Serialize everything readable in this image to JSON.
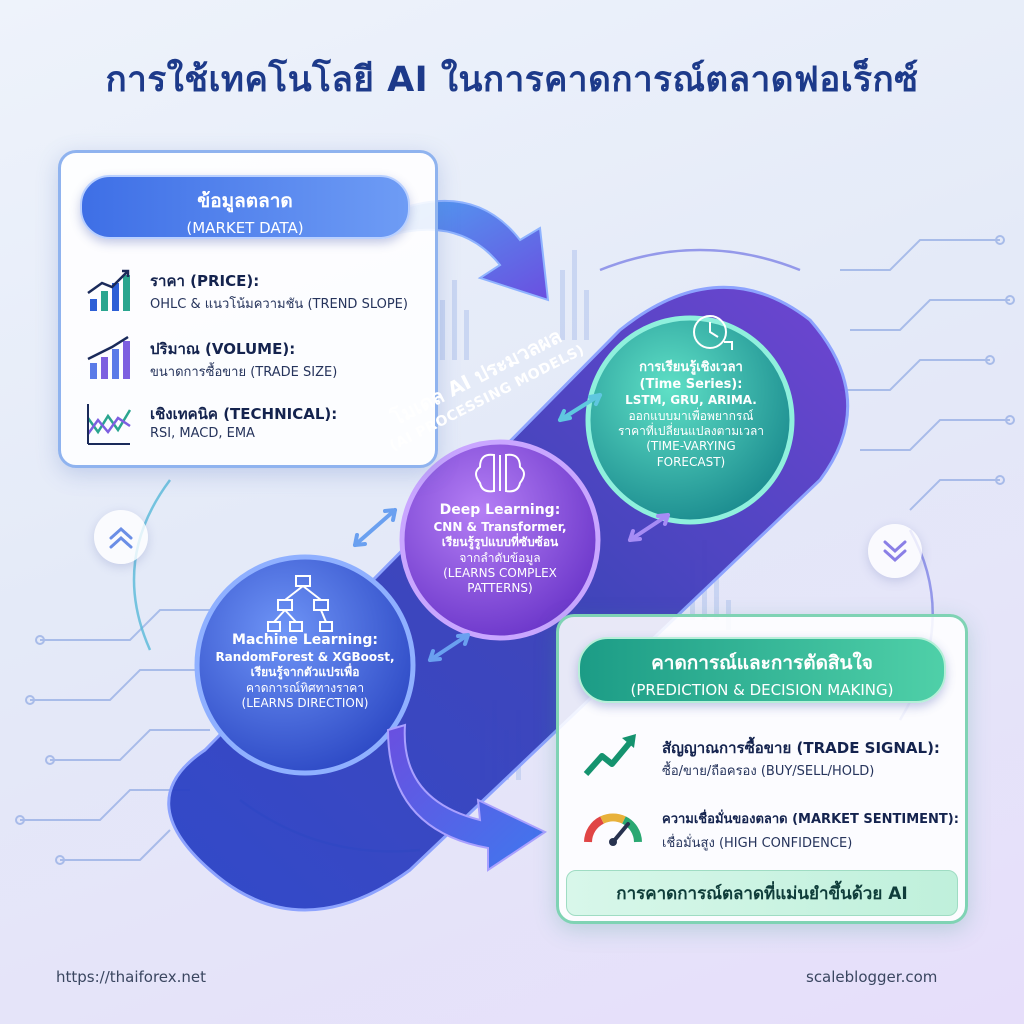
{
  "title": "การใช้เทคโนโลยี AI ในการคาดการณ์ตลาดฟอเร็กซ์",
  "market": {
    "title_th": "ข้อมูลตลาด",
    "title_en": "(MARKET DATA)",
    "items": [
      {
        "icon": "rising-bar-chart-icon",
        "heading": "ราคา (PRICE):",
        "sub": "OHLC & แนวโน้มความชัน (TREND SLOPE)"
      },
      {
        "icon": "volume-bar-chart-icon",
        "heading": "ปริมาณ (VOLUME):",
        "sub": "ขนาดการซื้อขาย (TRADE SIZE)"
      },
      {
        "icon": "technical-indicator-chart-icon",
        "heading": "เชิงเทคนิค (TECHNICAL):",
        "sub": "RSI, MACD, EMA"
      }
    ]
  },
  "band": {
    "title_th": "โมเดล AI ประมวลผล",
    "title_en": "(AI PROCESSING MODELS)"
  },
  "models": {
    "time_series": {
      "icon": "clock-icon",
      "lines": [
        "การเรียนรู้เชิงเวลา",
        "(Time Series):",
        "LSTM, GRU, ARIMA.",
        "ออกแบบมาเพื่อพยากรณ์",
        "ราคาที่เปลี่ยนแปลงตามเวลา",
        "(TIME-VARYING",
        "FORECAST)"
      ]
    },
    "deep_learning": {
      "icon": "brain-icon",
      "lines": [
        "Deep Learning:",
        "CNN & Transformer,",
        "เรียนรู้รูปแบบที่ซับซ้อน",
        "จากลำดับข้อมูล",
        "(LEARNS COMPLEX",
        "PATTERNS)"
      ]
    },
    "machine_learning": {
      "icon": "decision-tree-icon",
      "lines": [
        "Machine Learning:",
        "RandomForest & XGBoost,",
        "เรียนรู้จากตัวแปรเพื่อ",
        "คาดการณ์ทิศทางราคา",
        "(LEARNS DIRECTION)"
      ]
    }
  },
  "prediction": {
    "title_th": "คาดการณ์และการตัดสินใจ",
    "title_en": "(PREDICTION & DECISION MAKING)",
    "items": [
      {
        "icon": "trend-up-arrow-icon",
        "heading": "สัญญาณการซื้อขาย (TRADE SIGNAL):",
        "sub": "ซื้อ/ขาย/ถือครอง (BUY/SELL/HOLD)"
      },
      {
        "icon": "gauge-icon",
        "heading": "ความเชื่อมั่นของตลาด (MARKET SENTIMENT):",
        "sub": "เชื่อมั่นสูง (HIGH CONFIDENCE)"
      }
    ],
    "conclusion": "การคาดการณ์ตลาดที่แม่นยำขึ้นด้วย AI"
  },
  "side_controls": {
    "left_icon": "double-chevron-up-icon",
    "right_icon": "double-chevron-down-icon"
  },
  "footer": {
    "left": "https://thaiforex.net",
    "right": "scaleblogger.com"
  },
  "colors": {
    "title": "#1d3a8a",
    "market_accent": "#3e6fe6",
    "time_series_circle": "#1fa59a",
    "deep_learning_circle": "#8a4fe0",
    "machine_learning_circle": "#3a5fe0",
    "prediction_accent": "#1c9c86"
  }
}
